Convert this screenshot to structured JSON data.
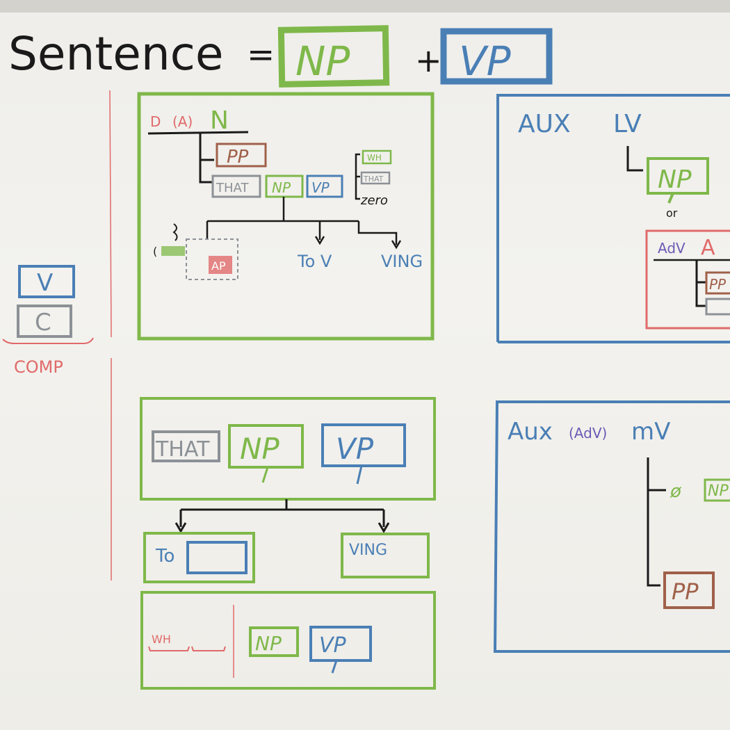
{
  "title": {
    "sentence": "Sentence",
    "equals": "=",
    "np": "NP",
    "plus": "+",
    "vp": "VP"
  },
  "comp": {
    "v": "V",
    "c": "C",
    "label": "COMP"
  },
  "np_box": {
    "header_d": "D",
    "header_a": "(A)",
    "header_n": "N",
    "pp": "PP",
    "that": "THAT",
    "np": "NP",
    "vp": "VP",
    "wh": "WH",
    "that_small": "THAT",
    "zero": "zero",
    "to_v": "To V",
    "ving": "VING",
    "ap": "AP"
  },
  "clause_box": {
    "that": "THAT",
    "np": "NP",
    "vp": "VP",
    "to": "To",
    "ving": "VING"
  },
  "wh_box": {
    "wh": "WH",
    "np": "NP",
    "vp": "VP"
  },
  "lv_box": {
    "aux": "AUX",
    "lv": "LV",
    "np": "NP",
    "or": "or",
    "adv": "AdV",
    "a": "A",
    "pp": "PP"
  },
  "mv_box": {
    "aux": "Aux",
    "adv": "(AdV)",
    "mv": "mV",
    "null": "ø",
    "np": "NP",
    "pp": "PP"
  },
  "colors": {
    "green": "#7fb84a",
    "blue": "#4a7fb5",
    "red": "#e06a6a",
    "gray": "#8c9196",
    "brown": "#a0604a",
    "purple": "#6b5bb5",
    "black": "#1a1a1a"
  }
}
